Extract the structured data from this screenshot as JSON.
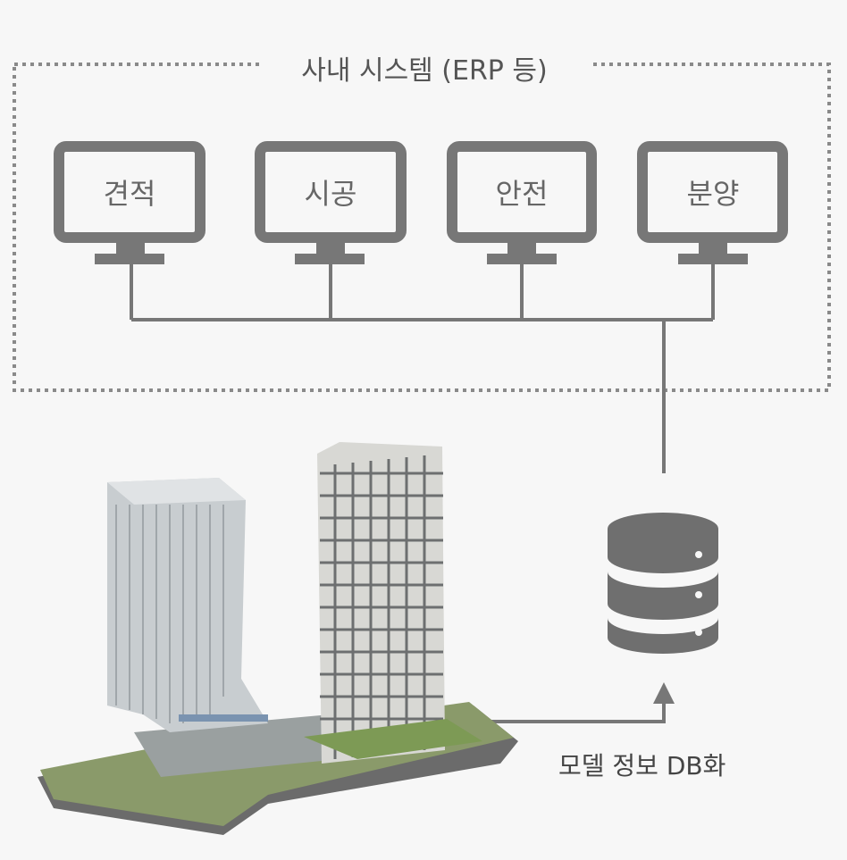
{
  "title": "사내 시스템 (ERP 등)",
  "systems": [
    {
      "label": "견적"
    },
    {
      "label": "시공"
    },
    {
      "label": "안전"
    },
    {
      "label": "분양"
    }
  ],
  "db_caption": "모델 정보 DB화",
  "colors": {
    "line": "#777777",
    "background": "#f7f7f7",
    "db": "#6f6f6f"
  }
}
